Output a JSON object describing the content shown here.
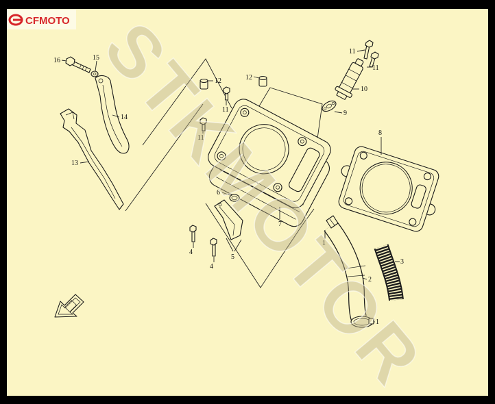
{
  "logo": {
    "text": "CFMOTO"
  },
  "watermark": "STKMOTOR",
  "callouts": [
    "16",
    "15",
    "14",
    "13",
    "12",
    "11",
    "11",
    "12",
    "11",
    "11",
    "10",
    "9",
    "8",
    "7",
    "6",
    "5",
    "4",
    "4",
    "1",
    "2",
    "3",
    "1"
  ],
  "colors": {
    "frame": "#000000",
    "background": "#fbf5c4",
    "logo": "#d7262b",
    "line": "#1a1a1a",
    "watermark": "#b7ae86"
  },
  "icons": [
    "cfmoto-logo-icon",
    "front-direction-arrow-icon"
  ]
}
